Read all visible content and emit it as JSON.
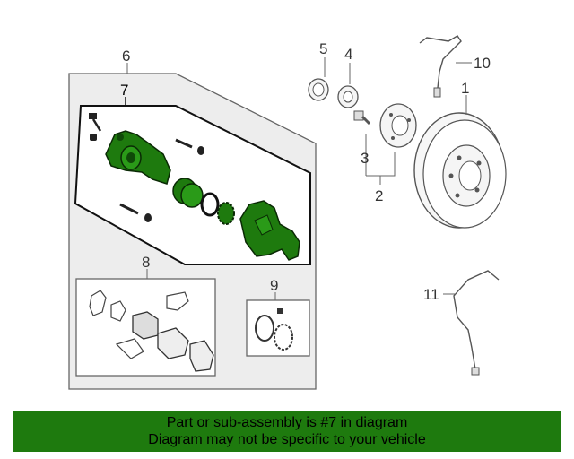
{
  "diagram": {
    "callouts": {
      "c1": "1",
      "c2": "2",
      "c3": "3",
      "c4": "4",
      "c5": "5",
      "c6": "6",
      "c7": "7",
      "c8": "8",
      "c9": "9",
      "c10": "10",
      "c11": "11"
    },
    "highlight_color": "#1e7a0e",
    "line_color": "#555555"
  },
  "banner": {
    "line1": "Part or sub-assembly is #7 in diagram",
    "line2": "Diagram may not be specific to your vehicle"
  }
}
